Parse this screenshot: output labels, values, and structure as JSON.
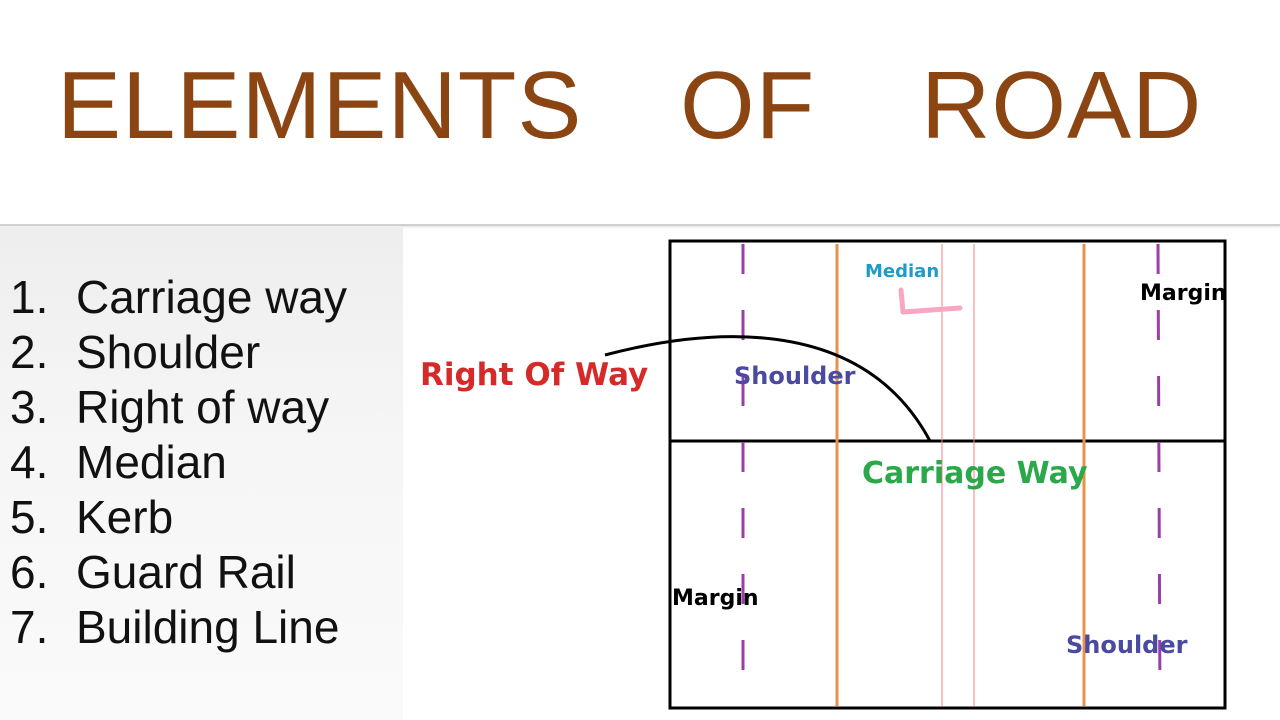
{
  "header": {
    "title_words": [
      "ELEMENTS",
      "OF",
      "ROAD"
    ]
  },
  "elements": [
    {
      "num": "1.",
      "label": "Carriage way"
    },
    {
      "num": "2.",
      "label": "Shoulder"
    },
    {
      "num": "3.",
      "label": "Right of way"
    },
    {
      "num": "4.",
      "label": "Median"
    },
    {
      "num": "5.",
      "label": "Kerb"
    },
    {
      "num": "6.",
      "label": "Guard Rail"
    },
    {
      "num": "7.",
      "label": "Building Line"
    }
  ],
  "diagram": {
    "labels": {
      "right_of_way": "Right Of Way",
      "median": "Median",
      "margin_top": "Margin",
      "shoulder_top": "Shoulder",
      "carriage_way": "Carriage Way",
      "margin_bottom": "Margin",
      "shoulder_bottom": "Shoulder"
    }
  },
  "colors": {
    "title": "#8b4513",
    "right_of_way": "#d42a2a",
    "median": "#1e9bc8",
    "shoulder": "#4a4aa0",
    "carriage_way": "#2aa84a",
    "margin": "#000000",
    "margin_dash": "#9b3fa6",
    "shoulder_line": "#e8924a",
    "median_line": "#f08080",
    "median_mark": "#f7a6c4"
  }
}
